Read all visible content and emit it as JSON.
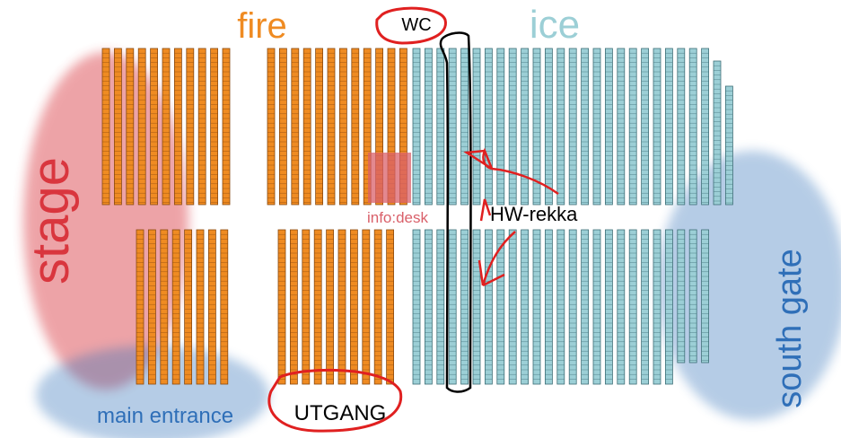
{
  "zones": {
    "fire": {
      "label": "fire",
      "color": "#ef8b22",
      "border": "#8a4a10"
    },
    "ice": {
      "label": "ice",
      "color": "#9ccfd6",
      "border": "#3e6f77"
    }
  },
  "areas": {
    "stage": {
      "label": "stage",
      "color": "#d9363e"
    },
    "main_entrance": {
      "label": "main entrance",
      "color": "#2f6fb8"
    },
    "south_gate": {
      "label": "south gate",
      "color": "#2f6fb8"
    },
    "info_desk": {
      "label": "info:desk",
      "color": "#d9606a"
    }
  },
  "annotations": {
    "wc": {
      "label": "WC"
    },
    "utgang": {
      "label": "UTGANG"
    },
    "hw_rekka": {
      "label": "HW-rekka"
    },
    "highlight_color": "#e02020",
    "outline_color": "#000000"
  }
}
